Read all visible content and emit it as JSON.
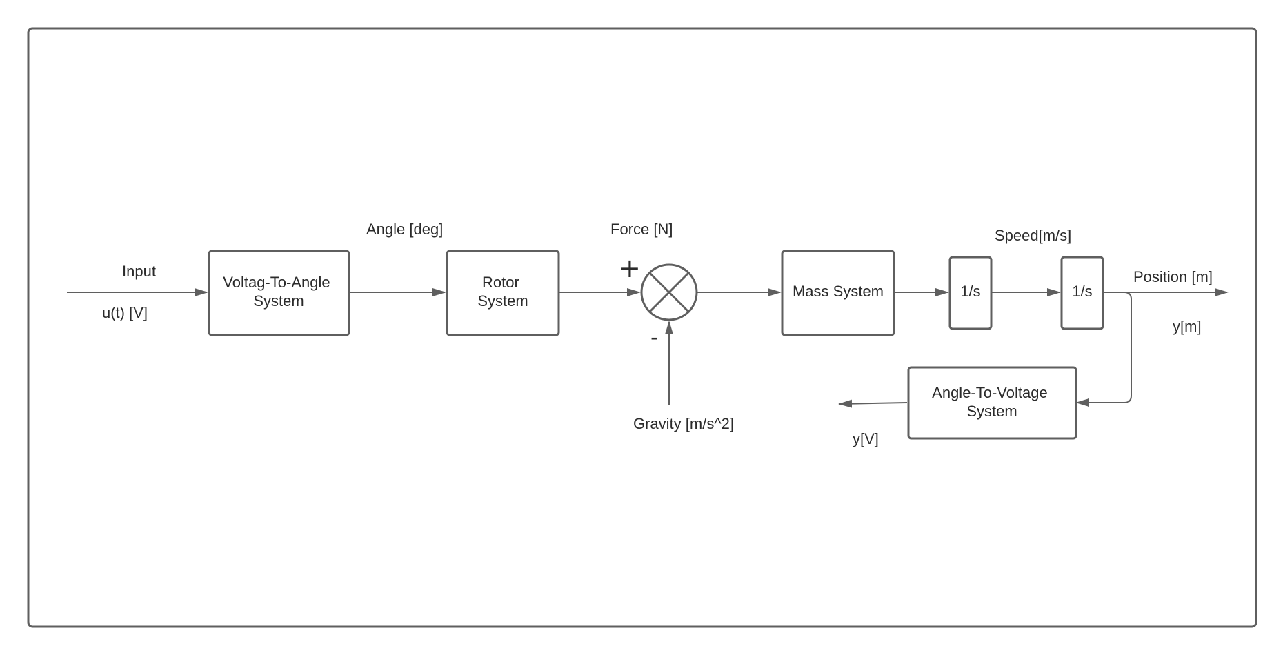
{
  "blocks": {
    "voltage_to_angle": [
      "Voltag-To-Angle",
      "System"
    ],
    "rotor": [
      "Rotor",
      "System"
    ],
    "mass": [
      "Mass System"
    ],
    "integrator_1": [
      "1/s"
    ],
    "integrator_2": [
      "1/s"
    ],
    "angle_to_voltage": [
      "Angle-To-Voltage",
      "System"
    ]
  },
  "signals": {
    "input_title": "Input",
    "input_symbol": "u(t) [V]",
    "angle": "Angle [deg]",
    "force": "Force [N]",
    "gravity": "Gravity [m/s^2]",
    "speed": "Speed[m/s]",
    "position": "Position [m]",
    "position_symbol": "y[m]",
    "feedback_output": "y[V]"
  },
  "summing_junction": {
    "plus_sign": "+",
    "minus_sign": "-"
  },
  "colors": {
    "stroke": "#5f5f5f",
    "text": "#2b2b2b",
    "background": "#ffffff"
  }
}
